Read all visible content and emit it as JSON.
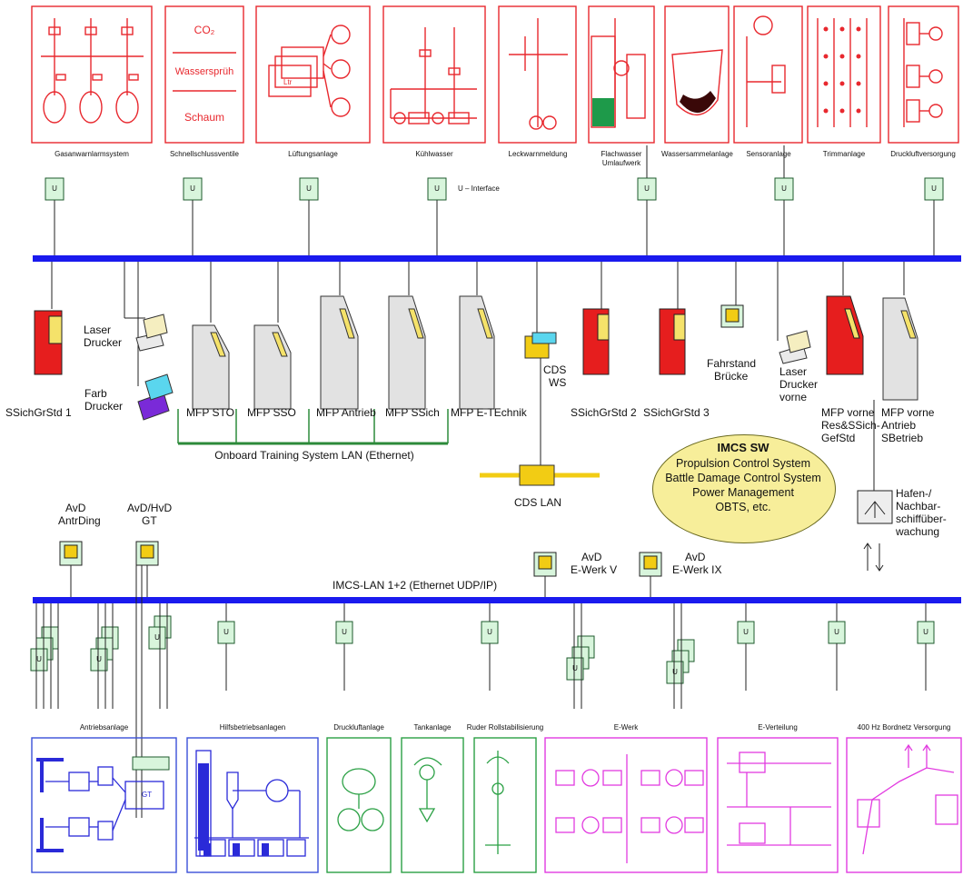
{
  "colors": {
    "bus": "#1a1aee",
    "sensor_box": "#d8f5dc",
    "top_red": "#e8282e",
    "bottom_blue": "#3a50d8",
    "bottom_green": "#2aa044",
    "bottom_magenta": "#e23be0",
    "ethernet_green": "#2c8a3a",
    "cds_lan": "#f2cc14",
    "console_red": "#e61e1e",
    "console_gray": "#e0e0e0",
    "ellipse_fill": "#f7ee9a"
  },
  "top_panels": {
    "p2_labels": [
      "CO₂",
      "Wassersprüh",
      "Schaum"
    ],
    "captions": [
      "Gasanwarnlarmsystem",
      "Schnellschlussventile",
      "Lüftungsanlage",
      "Kühlwasser",
      "Leckwarnmeldung",
      "Flachwasser Umlaufwerk",
      "Wassersammelanlage",
      "Sensoranlage",
      "Trimmanlage",
      "Druckluftversorgung"
    ],
    "p3_box": "Ltr"
  },
  "upper_bus": {
    "interface_label": "U – Interface"
  },
  "unit_glyph": "U",
  "devices": {
    "laser_printer": [
      "Laser",
      "Drucker"
    ],
    "color_printer": [
      "Farb",
      "Drucker"
    ],
    "ssich_1": "SSichGrStd 1",
    "mfp_sto": "MFP STO",
    "mfp_sso": "MFP SSO",
    "mfp_antrieb": "MFP Antrieb",
    "mfp_ssich": "MFP SSich",
    "mfp_etechnik": "MFP E-TEchnik",
    "cds_ws": [
      "CDS",
      "WS"
    ],
    "ssich_2": "SSichGrStd 2",
    "ssich_3": "SSichGrStd 3",
    "fahrstand": [
      "Fahrstand",
      "Brücke"
    ],
    "laser_printer_vorne": [
      "Laser",
      "Drucker",
      "vorne"
    ],
    "mfp_vorne_1": [
      "MFP vorne",
      "Res&SSich-",
      "GefStd"
    ],
    "mfp_vorne_2": [
      "MFP vorne",
      "Antrieb",
      "SBetrieb"
    ],
    "hafen": [
      "Hafen-/",
      "Nachbar-",
      "schiffüber-",
      "wachung"
    ],
    "avd_antrieb": [
      "AvD",
      "AntrDing"
    ],
    "avd_hvd": [
      "AvD/HvD",
      "GT"
    ],
    "avd_ewerk_v": [
      "AvD",
      "E-Werk V"
    ],
    "avd_ewerk_ix": [
      "AvD",
      "E-Werk IX"
    ]
  },
  "ethernet_label": "Onboard Training System LAN (Ethernet)",
  "cds_lan_label": "CDS LAN",
  "ellipse": {
    "title": "IMCS SW",
    "lines": [
      "Propulsion Control System",
      "Battle Damage Control System",
      "Power Management",
      "OBTS, etc."
    ]
  },
  "lower_bus_label": "IMCS-LAN 1+2 (Ethernet UDP/IP)",
  "bottom_panels": {
    "captions": [
      "Antriebsanlage",
      "Hilfsbetriebsanlagen",
      "Druckluftanlage",
      "Tankanlage",
      "Ruder Rollstabilisierung",
      "E-Werk",
      "E-Verteilung",
      "400 Hz Bordnetz Versorgung"
    ],
    "antrieb_box": "GT"
  }
}
